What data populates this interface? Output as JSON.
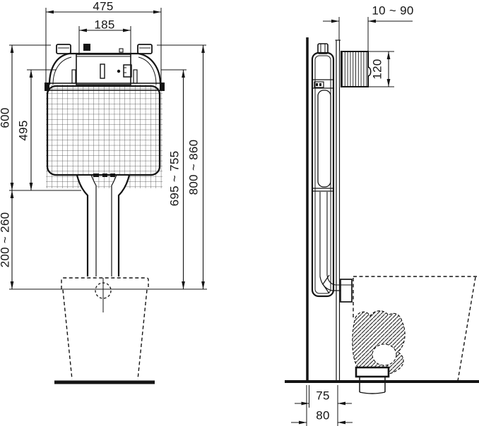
{
  "drawing": {
    "type": "technical-installation-diagram",
    "subject": "concealed cistern and mounting frame, front view and side section",
    "colors": {
      "line": "#141414",
      "background": "#ffffff"
    },
    "front_view": {
      "dimensions": {
        "overall_width": "475",
        "plate_cutout_width": "185",
        "tank_height": "600",
        "tank_body_height": "495",
        "flush_pipe_height": "200 ~ 260",
        "tank_bottom_to_floor": "695 ~ 755",
        "frame_top_to_floor": "800 ~ 860"
      }
    },
    "side_view": {
      "dimensions": {
        "spacer_depth_range": "10 ~ 90",
        "spacer_height": "120",
        "frame_depth": "75",
        "overall_depth": "80"
      }
    }
  }
}
